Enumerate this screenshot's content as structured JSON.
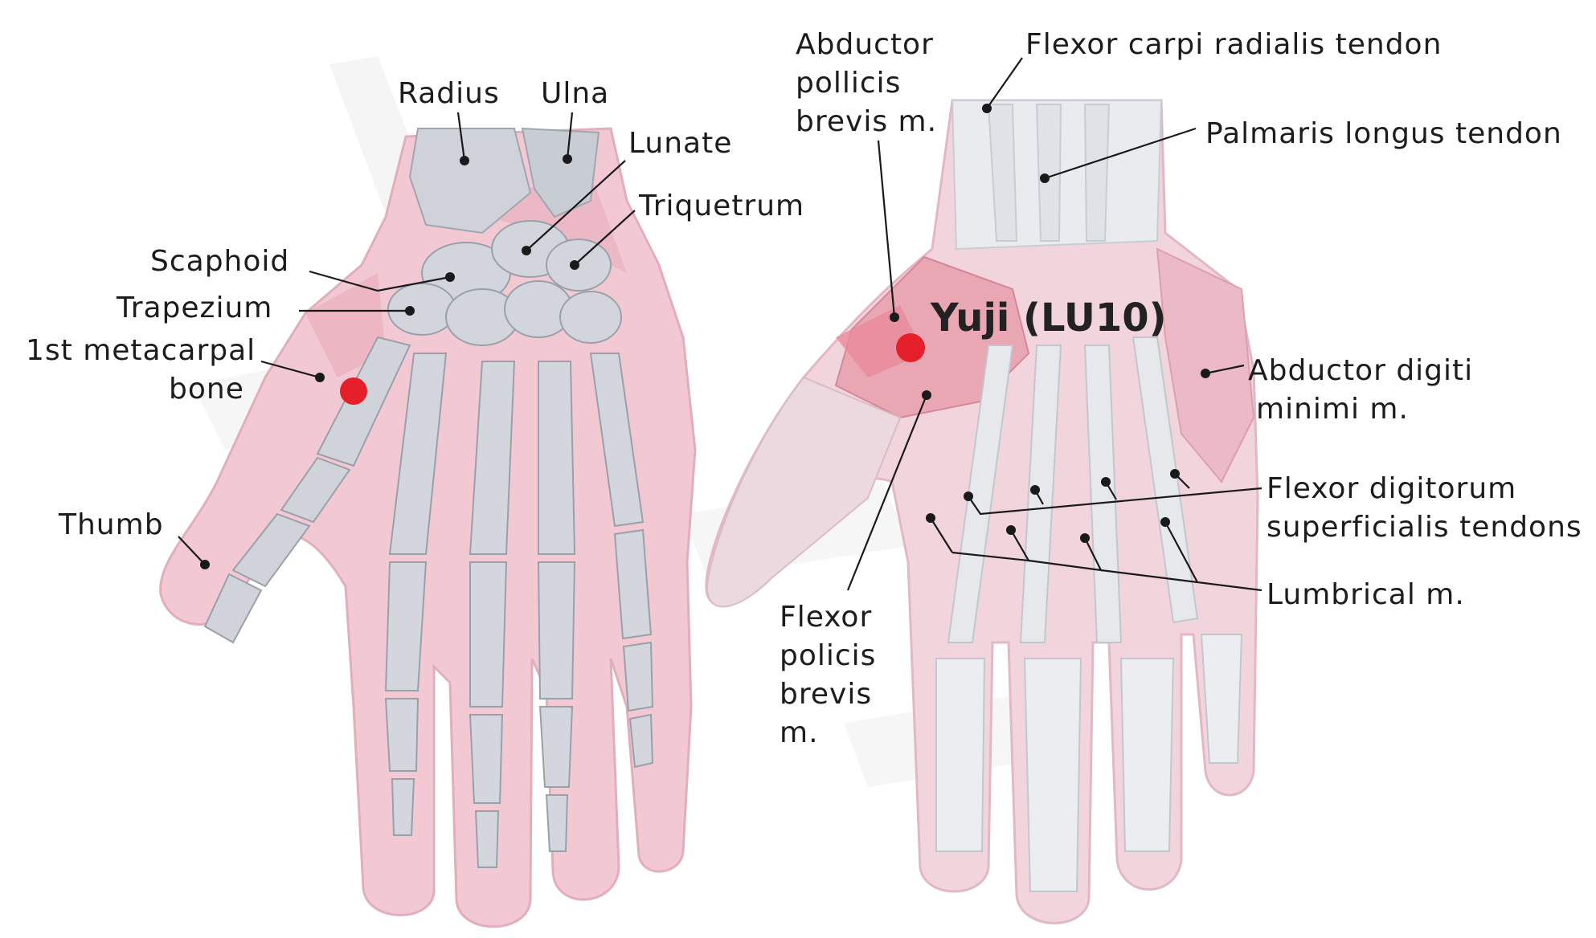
{
  "colors": {
    "skin": "#f2c9d3",
    "skin_dark": "#e8aebd",
    "bone": "#cfd2d8",
    "bone_shadow": "#9aa0aa",
    "tendon": "#e4e6ea",
    "muscle": "#e98a9a",
    "acupoint": "#e5202b",
    "watermark": "#efefef"
  },
  "left_hand": {
    "labels": {
      "radius": "Radius",
      "ulna": "Ulna",
      "lunate": "Lunate",
      "triquetrum": "Triquetrum",
      "scaphoid": "Scaphoid",
      "trapezium": "Trapezium",
      "first_metacarpal_line1": "1st metacarpal",
      "first_metacarpal_line2": "bone",
      "thumb": "Thumb"
    }
  },
  "right_hand": {
    "point_label": "Yuji (LU10)",
    "labels": {
      "abductor_pollicis_line1": "Abductor",
      "abductor_pollicis_line2": "pollicis",
      "abductor_pollicis_line3": "brevis m.",
      "flexor_carpi_radialis": "Flexor carpi radialis tendon",
      "palmaris_longus": "Palmaris longus tendon",
      "abductor_digiti_line1": "Abductor digiti",
      "abductor_digiti_line2": "minimi m.",
      "fds_line1": "Flexor digitorum",
      "fds_line2": "superficialis tendons",
      "lumbrical": "Lumbrical m.",
      "flexor_pollicis_line1": "Flexor",
      "flexor_pollicis_line2": "policis",
      "flexor_pollicis_line3": "brevis",
      "flexor_pollicis_line4": "m."
    }
  }
}
